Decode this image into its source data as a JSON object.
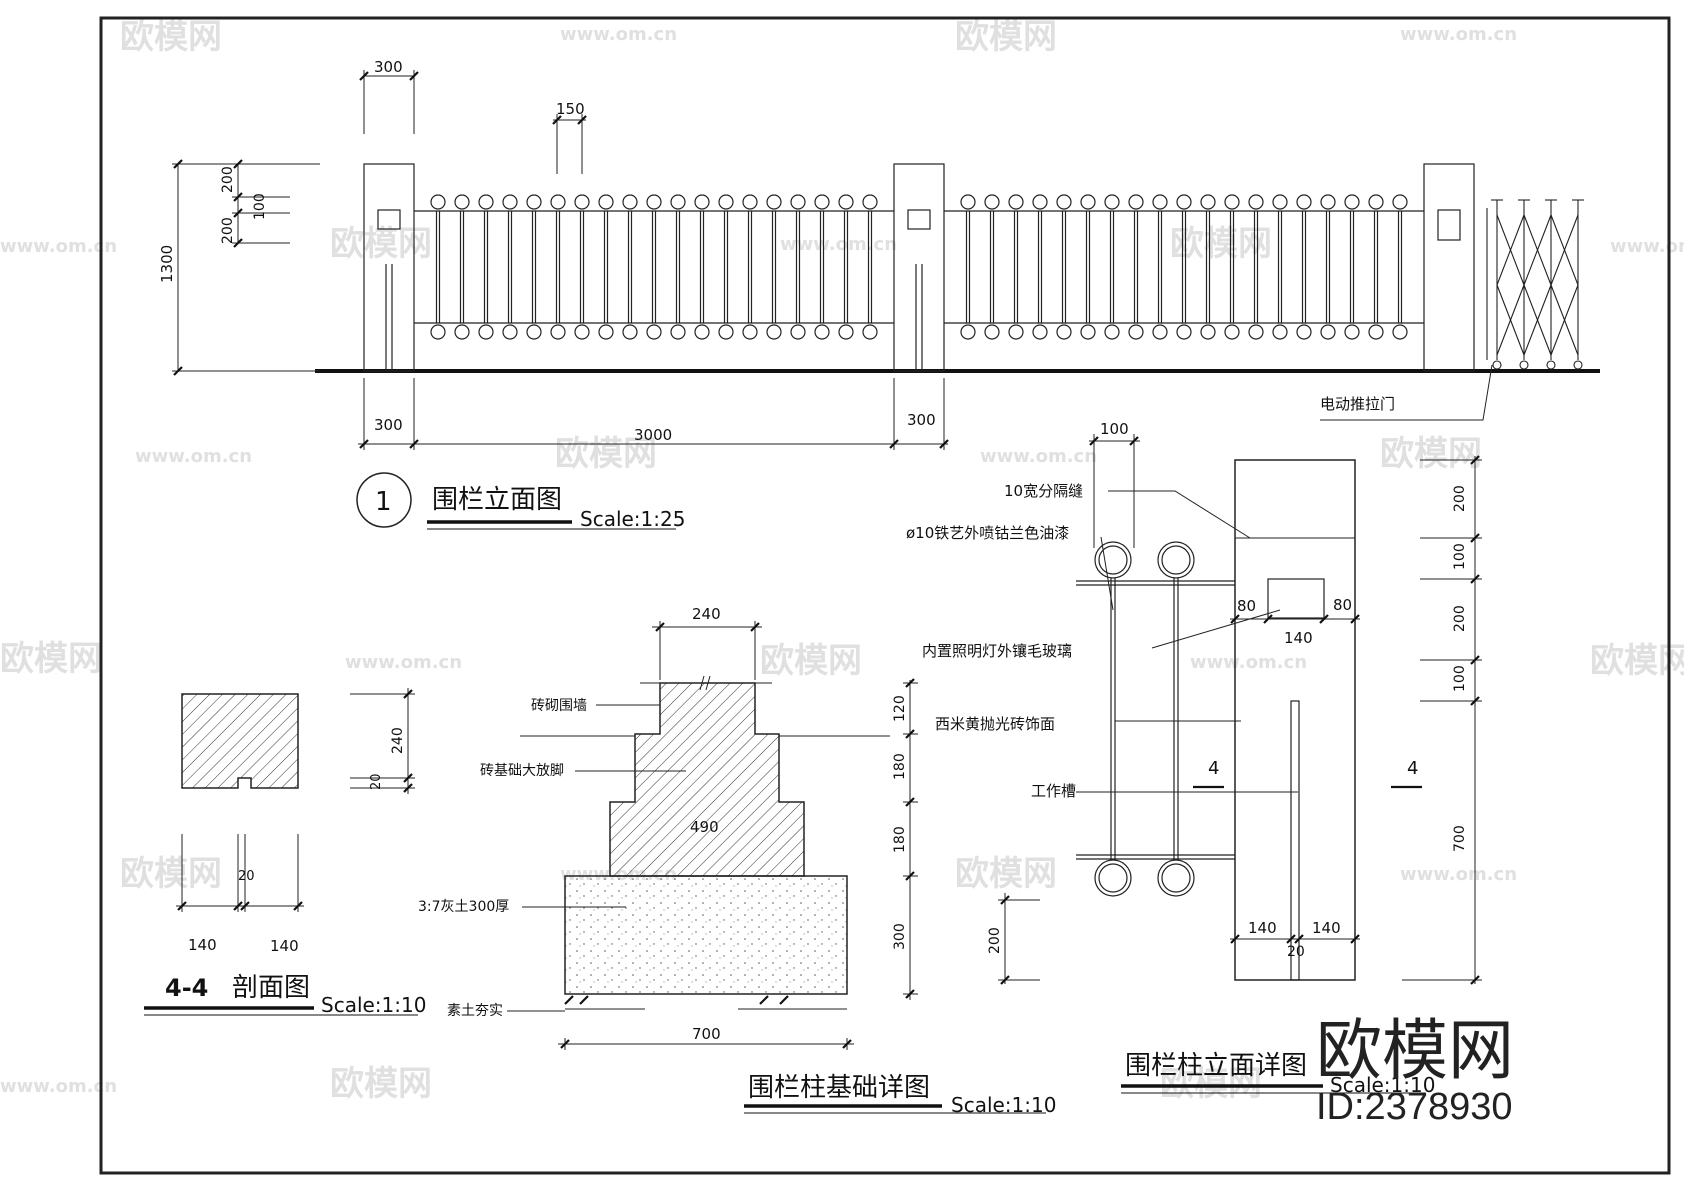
{
  "elevation": {
    "number": "1",
    "title": "围栏立面图",
    "scale": "Scale:1:25",
    "dims": {
      "pier_top": "300",
      "gap": "150",
      "v200a": "200",
      "v100": "100",
      "v200b": "200",
      "height": "1300",
      "pier_left": "300",
      "span": "3000",
      "pier_mid": "300"
    },
    "gate_label": "电动推拉门"
  },
  "section": {
    "title": "4-4",
    "subtitle": "剖面图",
    "scale": "Scale:1:10",
    "dims": {
      "h240": "240",
      "h20": "20",
      "w20": "20",
      "w140a": "140",
      "w140b": "140"
    }
  },
  "foundation": {
    "title": "围栏柱基础详图",
    "scale": "Scale:1:10",
    "labels": {
      "wall": "砖砌围墙",
      "footing": "砖基础大放脚",
      "lime": "3:7灰土300厚",
      "soil": "素土夯实"
    },
    "dims": {
      "w240": "240",
      "w490": "490",
      "w700": "700",
      "h120": "120",
      "h180a": "180",
      "h180b": "180",
      "h300": "300"
    }
  },
  "column": {
    "title": "围栏柱立面详图",
    "scale": "Scale:1:10",
    "labels": {
      "joint": "10宽分隔缝",
      "iron": "ø10铁艺外喷钴兰色油漆",
      "light": "内置照明灯外镶毛玻璃",
      "tile": "西米黄抛光砖饰面",
      "slot": "工作槽"
    },
    "dims": {
      "w100": "100",
      "w80a": "80",
      "w80b": "80",
      "w140": "140",
      "h200a": "200",
      "h100a": "100",
      "h200b": "200",
      "h100b": "100",
      "h700": "700",
      "h200c": "200",
      "w140a": "140",
      "w140b": "140",
      "w20": "20",
      "sec_a": "4",
      "sec_b": "4"
    }
  },
  "watermark": {
    "brand": "欧模网",
    "url": "www.om.cn"
  },
  "brand": {
    "name": "欧模网",
    "id": "ID:2378930"
  }
}
